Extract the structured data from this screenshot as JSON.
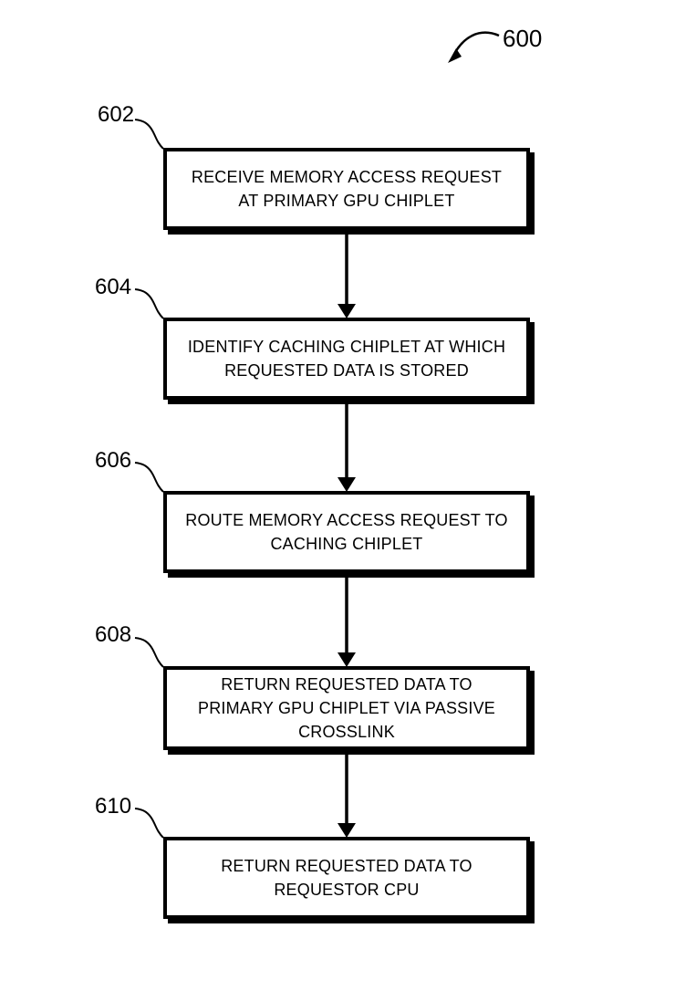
{
  "figure": {
    "label": "600"
  },
  "steps": [
    {
      "ref": "602",
      "text": "RECEIVE MEMORY ACCESS REQUEST\nAT PRIMARY GPU CHIPLET"
    },
    {
      "ref": "604",
      "text": "IDENTIFY CACHING CHIPLET AT WHICH\nREQUESTED DATA IS STORED"
    },
    {
      "ref": "606",
      "text": "ROUTE MEMORY ACCESS REQUEST TO\nCACHING CHIPLET"
    },
    {
      "ref": "608",
      "text": "RETURN REQUESTED DATA TO\nPRIMARY GPU CHIPLET VIA PASSIVE\nCROSSLINK"
    },
    {
      "ref": "610",
      "text": "RETURN REQUESTED DATA TO\nREQUESTOR CPU"
    }
  ],
  "colors": {
    "ink": "#000000",
    "background": "#ffffff"
  }
}
